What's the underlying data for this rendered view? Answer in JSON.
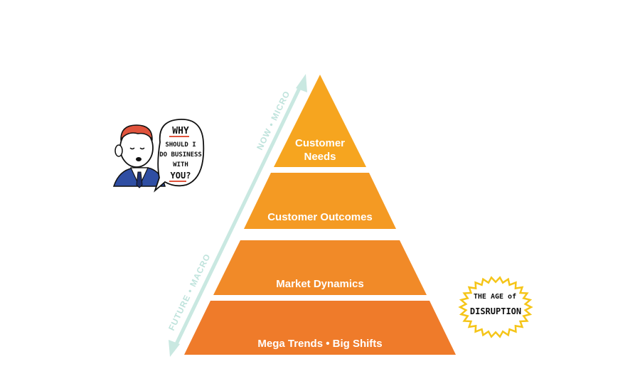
{
  "pyramid": {
    "tiers": [
      {
        "lines": [
          "Customer",
          "Needs"
        ],
        "color": "#f6a51f"
      },
      {
        "lines": [
          "Customer Outcomes"
        ],
        "color": "#f49a23"
      },
      {
        "lines": [
          "Market Dynamics"
        ],
        "color": "#f18a28"
      },
      {
        "lines": [
          "Mega Trends • Big Shifts"
        ],
        "color": "#ef7b2a"
      }
    ]
  },
  "axis": {
    "top_label": "NOW • MICRO",
    "bottom_label": "FUTURE • MACRO",
    "color": "#c9e8e1"
  },
  "speech_bubble": {
    "lines": [
      "WHY",
      "SHOULD I",
      "DO BUSINESS",
      "WITH",
      "YOU?"
    ]
  },
  "badge": {
    "line1": "THE AGE of",
    "line2": "DISRUPTION",
    "color": "#f5c518"
  }
}
